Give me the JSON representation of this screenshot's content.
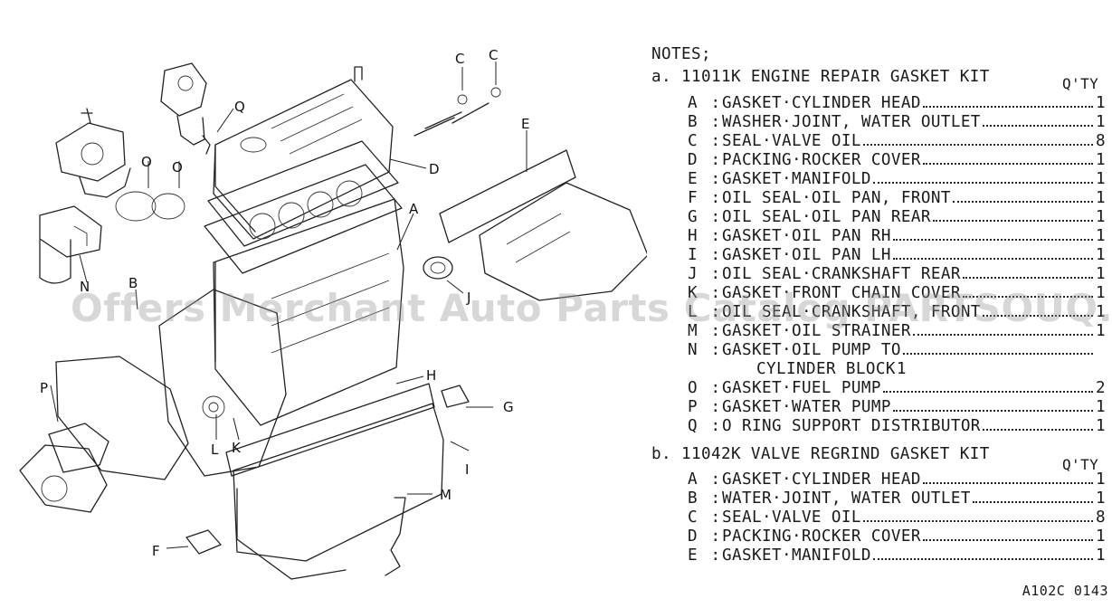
{
  "notes_heading": "NOTES;",
  "kits": [
    {
      "title": "a. 11011K ENGINE REPAIR GASKET KIT",
      "qty_header": "Q'TY",
      "items": [
        {
          "letter": "A",
          "name": "GASKET·CYLINDER HEAD",
          "qty": "1"
        },
        {
          "letter": "B",
          "name": "WASHER·JOINT, WATER OUTLET",
          "qty": "1"
        },
        {
          "letter": "C",
          "name": "SEAL·VALVE OIL",
          "qty": "8"
        },
        {
          "letter": "D",
          "name": "PACKING·ROCKER COVER",
          "qty": "1"
        },
        {
          "letter": "E",
          "name": "GASKET·MANIFOLD",
          "qty": "1"
        },
        {
          "letter": "F",
          "name": "OIL SEAL·OIL PAN, FRONT",
          "qty": "1"
        },
        {
          "letter": "G",
          "name": "OIL SEAL·OIL PAN REAR",
          "qty": "1"
        },
        {
          "letter": "H",
          "name": "GASKET·OIL PAN RH",
          "qty": "1"
        },
        {
          "letter": "I",
          "name": "GASKET·OIL PAN LH",
          "qty": "1"
        },
        {
          "letter": "J",
          "name": "OIL SEAL·CRANKSHAFT REAR",
          "qty": "1"
        },
        {
          "letter": "K",
          "name": "GASKET·FRONT CHAIN COVER",
          "qty": "1"
        },
        {
          "letter": "L",
          "name": "OIL SEAL·CRANKSHAFT, FRONT",
          "qty": "1"
        },
        {
          "letter": "M",
          "name": "GASKET·OIL STRAINER",
          "qty": "1"
        },
        {
          "letter": "N",
          "name": "GASKET·OIL PUMP TO",
          "qty": ""
        },
        {
          "letter": "",
          "name": "CYLINDER BLOCK",
          "qty": "1"
        },
        {
          "letter": "O",
          "name": "GASKET·FUEL PUMP",
          "qty": "2"
        },
        {
          "letter": "P",
          "name": "GASKET·WATER PUMP",
          "qty": "1"
        },
        {
          "letter": "Q",
          "name": "O RING SUPPORT DISTRIBUTOR",
          "qty": "1"
        }
      ]
    },
    {
      "title": "b. 11042K VALVE REGRIND GASKET KIT",
      "qty_header": "Q'TY",
      "items": [
        {
          "letter": "A",
          "name": "GASKET·CYLINDER HEAD",
          "qty": "1"
        },
        {
          "letter": "B",
          "name": "WATER·JOINT, WATER OUTLET",
          "qty": "1"
        },
        {
          "letter": "C",
          "name": "SEAL·VALVE OIL",
          "qty": "8"
        },
        {
          "letter": "D",
          "name": "PACKING·ROCKER COVER",
          "qty": "1"
        },
        {
          "letter": "E",
          "name": "GASKET·MANIFOLD",
          "qty": "1"
        }
      ]
    }
  ],
  "callouts": {
    "A": "A",
    "B": "B",
    "C1": "C",
    "C2": "C",
    "D": "D",
    "E": "E",
    "G": "G",
    "H": "H",
    "I": "I",
    "J": "J",
    "K": "K",
    "L": "L",
    "M": "M",
    "N": "N",
    "O1": "O",
    "O2": "O",
    "P": "P",
    "Q": "Q",
    "F": "F"
  },
  "plate_code": "A102C 0143",
  "watermark": "Offers Merchant Auto Parts Catalog PARTSOUQ.COM USA"
}
